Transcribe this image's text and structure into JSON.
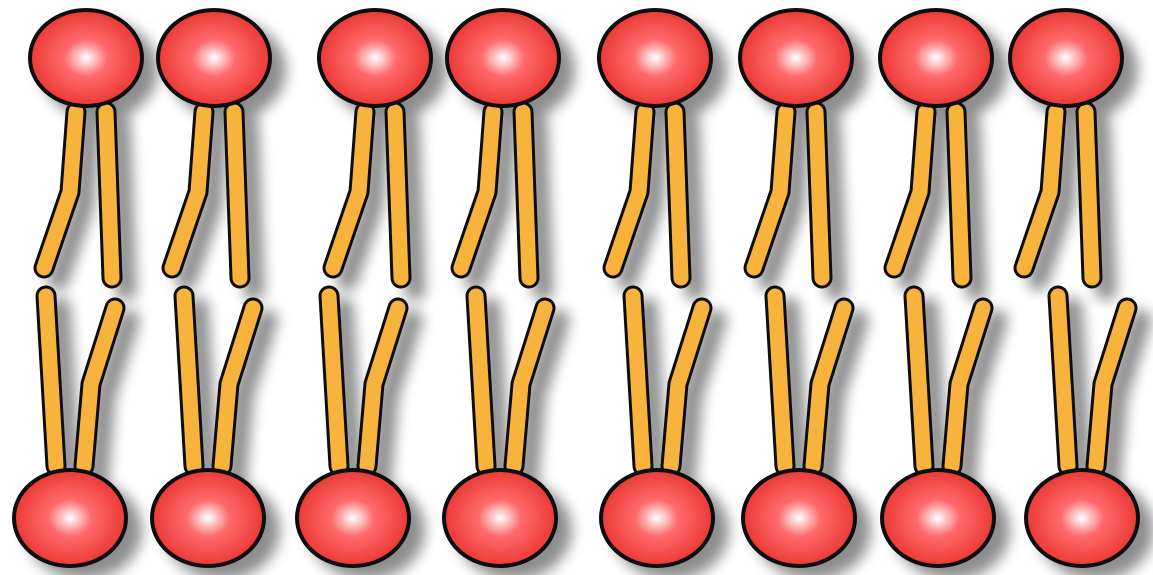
{
  "diagram": {
    "kind": "lipid-bilayer",
    "top_leaflet_count": 8,
    "bottom_leaflet_count": 8,
    "colors": {
      "background": "#ffffff",
      "head_fill_center": "#ffffff",
      "head_fill_mid": "#ff6a6a",
      "head_fill_edge": "#e8312d",
      "head_outline": "#111111",
      "tail_fill": "#f7b33b",
      "tail_outline": "#111111",
      "shadow": "#000000"
    }
  }
}
